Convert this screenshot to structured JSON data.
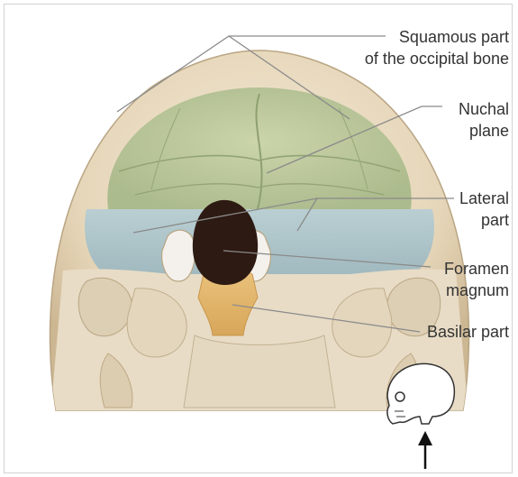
{
  "labels": {
    "squamous": [
      "Squamous part",
      "of the occipital bone"
    ],
    "nuchal": [
      "Nuchal",
      "plane"
    ],
    "lateral": [
      "Lateral",
      "part"
    ],
    "foramen": [
      "Foramen",
      "magnum"
    ],
    "basilar": [
      "Basilar part"
    ]
  },
  "colors": {
    "bone": "#e9dcc4",
    "bone_shadow": "#c7b596",
    "nuchal_plane": "#b8c79a",
    "lateral_part": "#a9c4cb",
    "basilar_part": "#e2b56b",
    "foramen": "#2d1a12",
    "leader_line": "#8a8a8a",
    "text": "#333333"
  },
  "icons": {
    "orientation_skull": "skull-side-view-icon",
    "view_direction": "up-arrow-icon"
  }
}
